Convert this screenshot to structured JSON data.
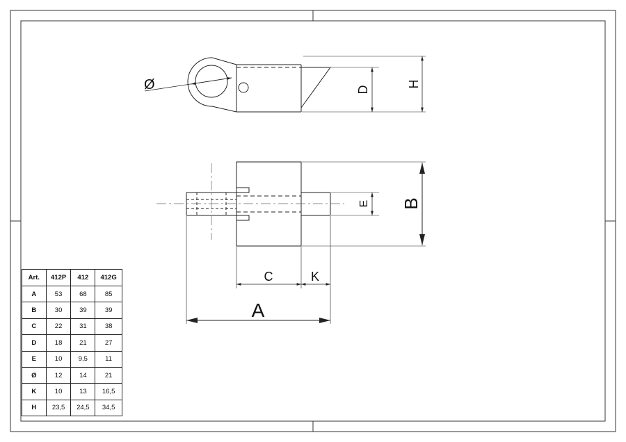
{
  "labels": {
    "diameter": "Ø",
    "D": "D",
    "H": "H",
    "E": "E",
    "B": "B",
    "C": "C",
    "K": "K",
    "A": "A"
  },
  "table": {
    "headers": [
      "Art.",
      "412P",
      "412",
      "412G"
    ],
    "rows": [
      [
        "A",
        "53",
        "68",
        "85"
      ],
      [
        "B",
        "30",
        "39",
        "39"
      ],
      [
        "C",
        "22",
        "31",
        "38"
      ],
      [
        "D",
        "18",
        "21",
        "27"
      ],
      [
        "E",
        "10",
        "9,5",
        "11"
      ],
      [
        "Ø",
        "12",
        "14",
        "21"
      ],
      [
        "K",
        "10",
        "13",
        "16,5"
      ],
      [
        "H",
        "23,5",
        "24,5",
        "34,5"
      ]
    ]
  },
  "colors": {
    "line": "#222222",
    "center_line": "#888888"
  }
}
